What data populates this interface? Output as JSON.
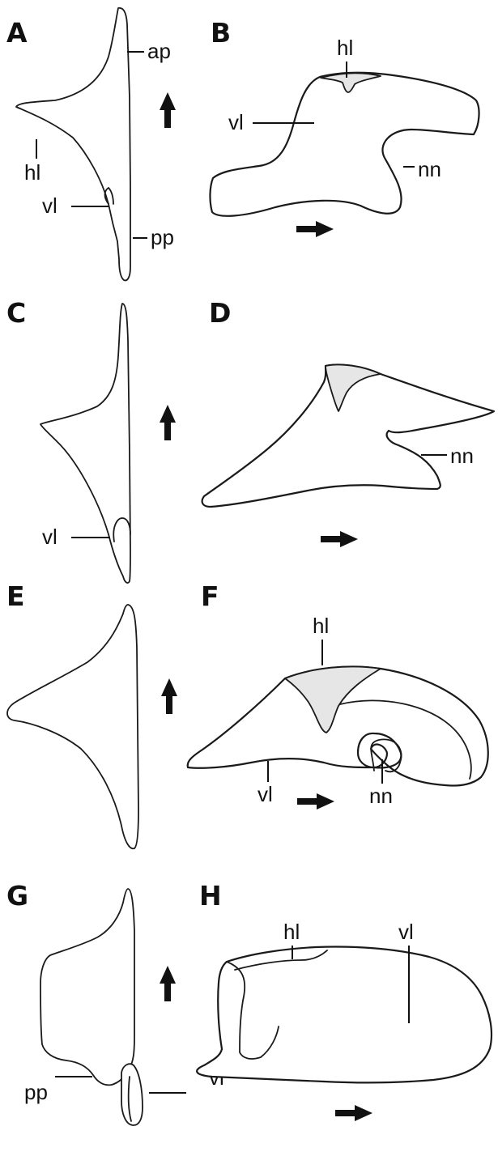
{
  "panels": {
    "A": {
      "letter": "A",
      "labels": {
        "ap": "ap",
        "hl": "hl",
        "vl": "vl",
        "pp": "pp"
      }
    },
    "B": {
      "letter": "B",
      "labels": {
        "hl": "hl",
        "vl": "vl",
        "nn": "nn"
      }
    },
    "C": {
      "letter": "C",
      "labels": {
        "vl": "vl"
      }
    },
    "D": {
      "letter": "D",
      "labels": {
        "nn": "nn"
      }
    },
    "E": {
      "letter": "E",
      "labels": {}
    },
    "F": {
      "letter": "F",
      "labels": {
        "hl": "hl",
        "vl": "vl",
        "nn": "nn"
      }
    },
    "G": {
      "letter": "G",
      "labels": {
        "pp": "pp",
        "vl": "vl"
      }
    },
    "H": {
      "letter": "H",
      "labels": {
        "hl": "hl",
        "vl": "vl"
      }
    }
  },
  "arrows": {
    "up": "arrow-up",
    "right": "arrow-right"
  },
  "colors": {
    "line": "#1a1a1a",
    "background": "#ffffff",
    "shading": "#e6e6e6"
  }
}
